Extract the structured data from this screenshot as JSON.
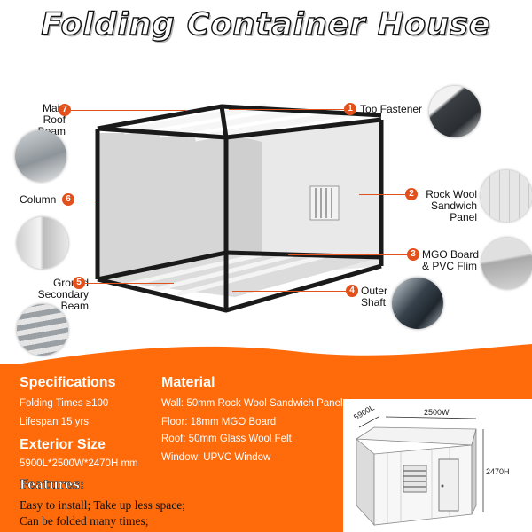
{
  "title": "Folding Container House",
  "parts": {
    "main_roof_beam": {
      "num": "7",
      "line1": "Main",
      "line2": "Roof Beam"
    },
    "column": {
      "num": "6",
      "label": "Column"
    },
    "ground_secondary_beam": {
      "num": "5",
      "line1": "Ground",
      "line2": "Secondary Beam"
    },
    "top_fastener": {
      "num": "1",
      "label": "Top Fastener"
    },
    "rock_wool": {
      "num": "2",
      "line1": "Rock Wool",
      "line2": "Sandwich Panel"
    },
    "mgo_board": {
      "num": "3",
      "line1": "MGO Board",
      "line2": "& PVC Flim"
    },
    "outer_shaft": {
      "num": "4",
      "line1": "Outer",
      "line2": "Shaft"
    }
  },
  "specifications": {
    "heading": "Specifications",
    "folding_times": "Folding Times ≥100",
    "lifespan": "Lifespan 15 yrs"
  },
  "exterior_size": {
    "heading": "Exterior Size",
    "value": "5900L*2500W*2470H mm"
  },
  "material": {
    "heading": "Material",
    "wall": "Wall: 50mm Rock Wool Sandwich Panel",
    "floor": "Floor: 18mm MGO Board",
    "roof": "Roof: 50mm Glass Wool Felt",
    "window": "Window:  UPVC Window"
  },
  "features": {
    "heading": "Features:",
    "line1": "Easy to install; Take up less space;",
    "line2": "Can be folded many times;"
  },
  "dimensions": {
    "length": "5900L",
    "width": "2500W",
    "height": "2470H"
  },
  "colors": {
    "accent": "#e2501b",
    "panel": "#ff6a0a",
    "frame": "#1a1a1a"
  }
}
